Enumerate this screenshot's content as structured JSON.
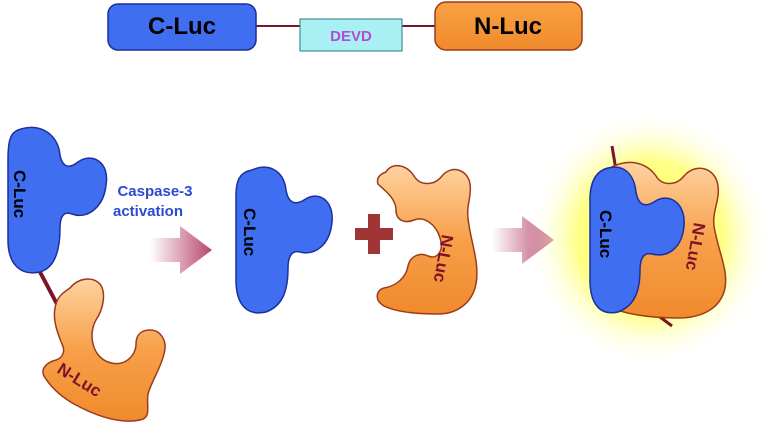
{
  "construct": {
    "c_luc": "C-Luc",
    "linker": "DEVD",
    "n_luc": "N-Luc"
  },
  "left_state": {
    "c_luc": "C-Luc",
    "n_luc": "N-Luc"
  },
  "arrow_caption": {
    "line1": "Caspase-3",
    "line2": "activation"
  },
  "middle_state": {
    "c_luc": "C-Luc",
    "plus": "+",
    "n_luc": "N-Luc"
  },
  "right_state": {
    "c_luc": "C-Luc",
    "n_luc": "N-Luc"
  },
  "colors": {
    "c_luc_fill": "#3f6ef0",
    "c_luc_stroke": "#1b2f9e",
    "n_luc_fill": "#f7a04a",
    "n_luc_stroke": "#9c3b1b",
    "linker_fill": "#a8f0f4",
    "linker_text": "#b04cd6",
    "tether": "#7a1426",
    "plus": "#a03535",
    "caption": "#2a4bd0",
    "glow": "#ffff66",
    "arrow": "#c96a8a"
  }
}
